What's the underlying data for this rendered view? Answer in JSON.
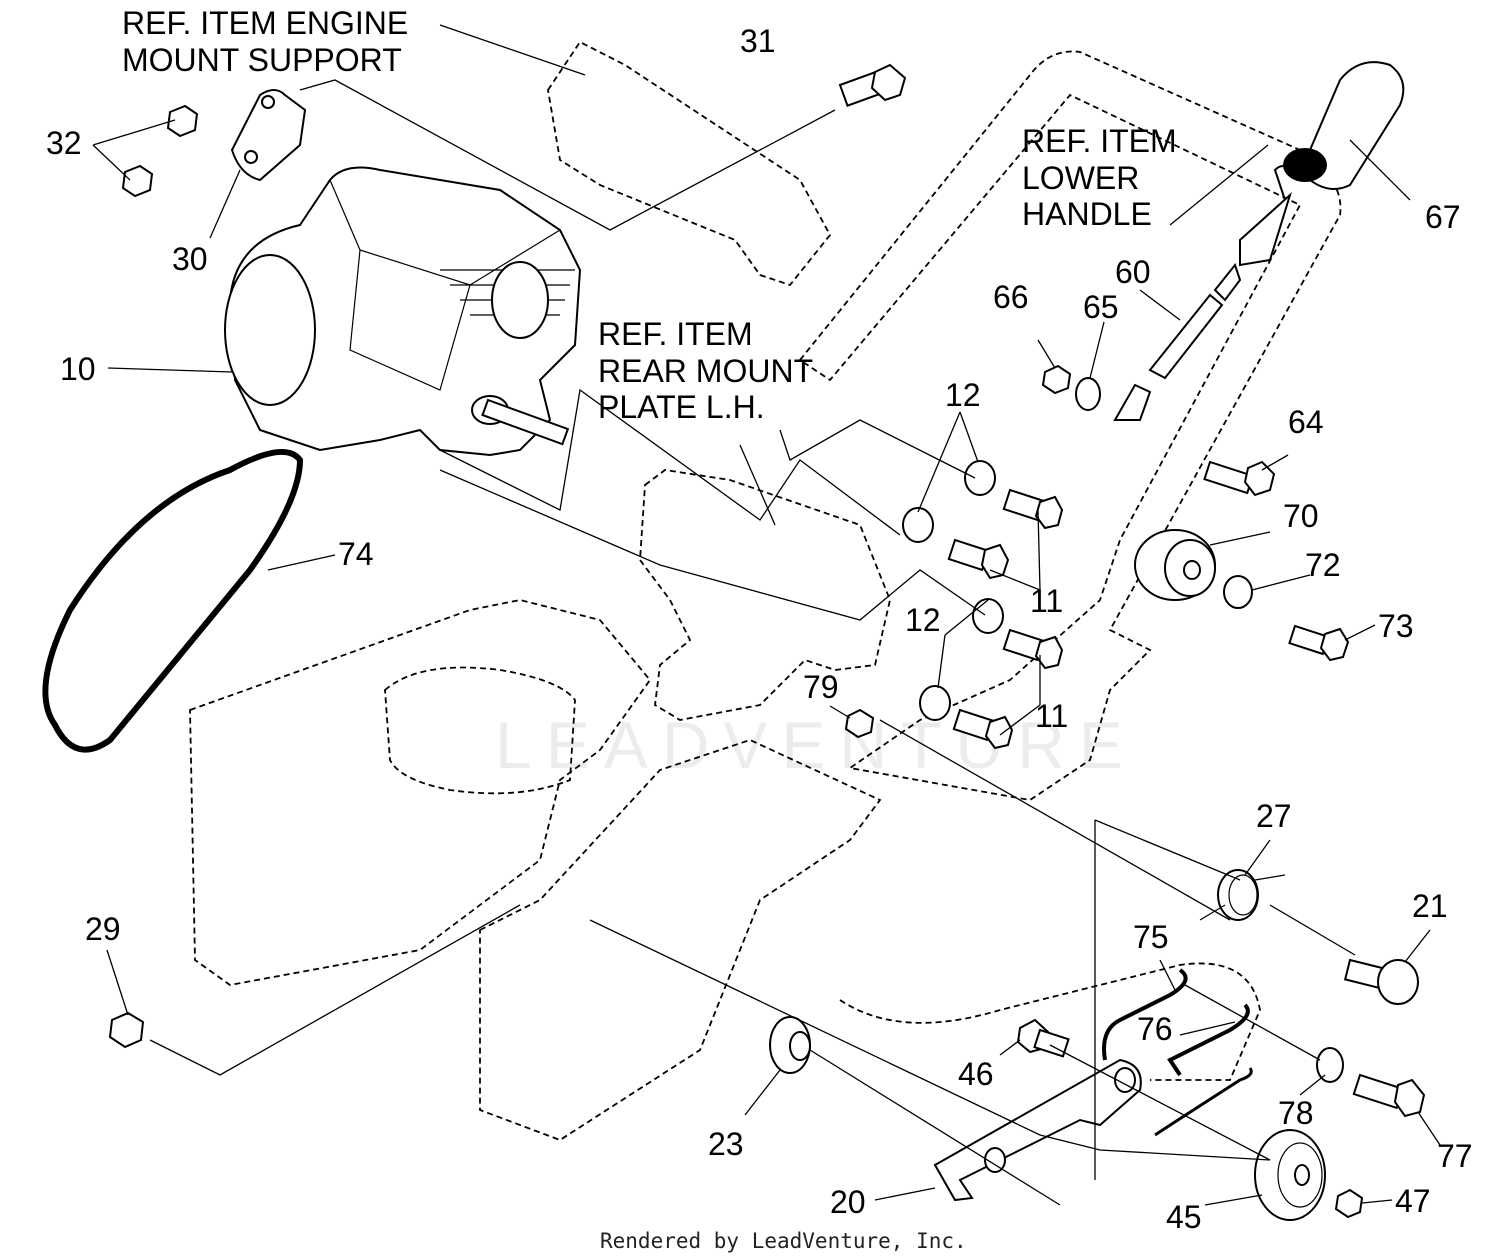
{
  "references": {
    "engine_mount_support": [
      "REF. ITEM ENGINE",
      "MOUNT SUPPORT"
    ],
    "lower_handle": [
      "REF. ITEM",
      "LOWER",
      "HANDLE"
    ],
    "rear_mount_plate": [
      "REF. ITEM",
      "REAR MOUNT",
      "PLATE L.H."
    ]
  },
  "callouts": {
    "c31": "31",
    "c32": "32",
    "c30": "30",
    "c10": "10",
    "c74": "74",
    "c67": "67",
    "c66": "66",
    "c65": "65",
    "c60": "60",
    "c64": "64",
    "c12a": "12",
    "c12b": "12",
    "c11a": "11",
    "c11b": "11",
    "c70": "70",
    "c72": "72",
    "c73": "73",
    "c79": "79",
    "c27": "27",
    "c21": "21",
    "c29": "29",
    "c75": "75",
    "c76": "76",
    "c46": "46",
    "c23": "23",
    "c78": "78",
    "c77": "77",
    "c20": "20",
    "c45": "45",
    "c47": "47"
  },
  "watermark": "LEADVENTURE",
  "footer": "Rendered by LeadVenture, Inc."
}
